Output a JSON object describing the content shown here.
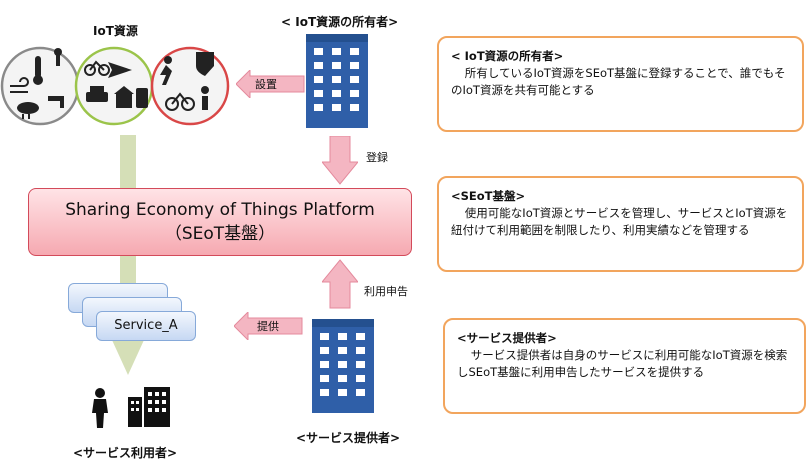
{
  "iot_resources": {
    "label": "IoT資源",
    "circle_colors": [
      "#8a8a8a",
      "#9bc44a",
      "#d94747"
    ]
  },
  "owner_top": {
    "label": "< IoT資源の所有者>"
  },
  "arrows": {
    "install": "設置",
    "register": "登録",
    "usage_request": "利用申告",
    "provide": "提供"
  },
  "platform": {
    "line1": "Sharing Economy of Things Platform",
    "line2": "（SEoT基盤）"
  },
  "service": {
    "label": "Service_A"
  },
  "provider_bottom": {
    "label": "<サービス提供者>"
  },
  "users": {
    "label": "<サービス利用者>"
  },
  "info_boxes": [
    {
      "title": "< IoT資源の所有者>",
      "body": "所有しているIoT資源をSEoT基盤に登録することで、誰でもそのIoT資源を共有可能とする"
    },
    {
      "title": "<SEoT基盤>",
      "body": "使用可能なIoT資源とサービスを管理し、サービスとIoT資源を紐付けて利用範囲を制限したり、利用実績などを管理する"
    },
    {
      "title": "<サービス提供者>",
      "body": "サービス提供者は自身のサービスに利用可能なIoT資源を検索しSEoT基盤に利用申告したサービスを提供する"
    }
  ],
  "colors": {
    "arrow_pink": "#f4b6c2",
    "connector_green": "#d5dfb7",
    "box_border": "#f2a55d",
    "building_blue": "#2f5fa8"
  }
}
